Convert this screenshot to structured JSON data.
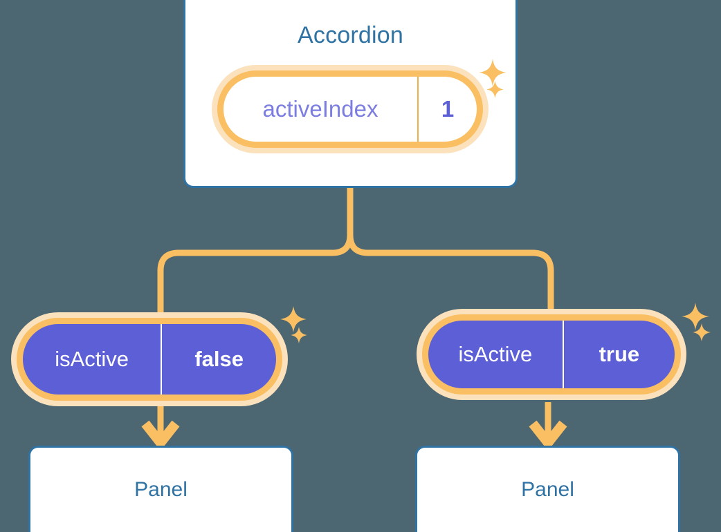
{
  "theme": {
    "background": "#4c6672",
    "card_border": "#2f72a4",
    "card_fill": "#ffffff",
    "title_text": "#2f72a4",
    "pill_ring": "#f9bf62",
    "pill_glow": "#fbe2bd",
    "pill_state_fill": "#5c5fd6",
    "pill_key_text": "#7b7de0",
    "pill_value_text": "#5c5fd6",
    "connector": "#f9bf62",
    "sparkle": "#f9bf62"
  },
  "root": {
    "title": "Accordion",
    "state_pill": {
      "key": "activeIndex",
      "value": "1"
    }
  },
  "children": [
    {
      "state_pill": {
        "key": "isActive",
        "value": "false"
      },
      "panel_label": "Panel"
    },
    {
      "state_pill": {
        "key": "isActive",
        "value": "true"
      },
      "panel_label": "Panel"
    }
  ],
  "icons": {
    "sparkle_large": "sparkle-icon",
    "sparkle_small": "sparkle-icon",
    "arrow": "arrow-down-icon"
  }
}
